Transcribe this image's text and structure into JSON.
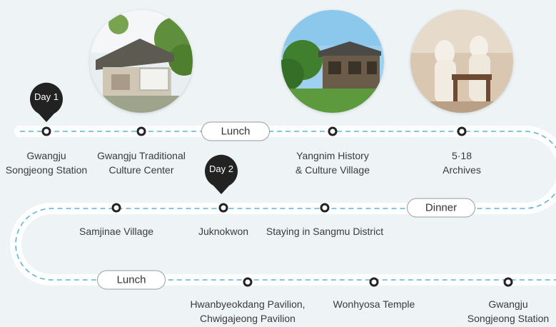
{
  "day_markers": {
    "day1": "Day 1",
    "day2": "Day 2"
  },
  "row1": {
    "stop1": [
      "Gwangju",
      "Songjeong Station"
    ],
    "stop2": [
      "Gwangju Traditional",
      "Culture Center"
    ],
    "break": "Lunch",
    "stop3": [
      "Yangnim History",
      "& Culture Village"
    ],
    "stop4": [
      "5·18",
      "Archives"
    ]
  },
  "row2": {
    "break": "Dinner",
    "stop1": "Staying in Sangmu District",
    "stop2": "Juknokwon",
    "stop3": "Samjinae Village"
  },
  "row3": {
    "break": "Lunch",
    "stop1": [
      "Hwanbyeokdang Pavilion,",
      "Chwigajeong Pavilion"
    ],
    "stop2": "Wonhyosa Temple",
    "stop3": [
      "Gwangju",
      "Songjeong Station"
    ]
  },
  "photos": {
    "photo1": "culture-center-photo",
    "photo2": "village-house-photo",
    "photo3": "archives-statue-photo"
  },
  "colors": {
    "road": "#ffffff",
    "dash": "#5fb3d6",
    "dot": "#222222",
    "marker": "#222222",
    "background": "#eef3f6"
  }
}
